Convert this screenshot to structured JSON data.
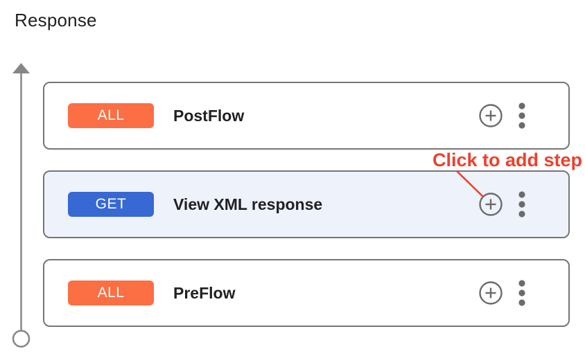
{
  "page": {
    "title": "Response"
  },
  "flow_panel": {
    "cards": [
      {
        "method": "ALL",
        "name": "PostFlow",
        "selected": false
      },
      {
        "method": "GET",
        "name": "View XML response",
        "selected": true
      },
      {
        "method": "ALL",
        "name": "PreFlow",
        "selected": false
      }
    ]
  },
  "annotation": {
    "label": "Click to add step"
  },
  "icons": {
    "add_step": "add-circle-icon",
    "more_options": "more-vert-icon",
    "flow_direction": "arrow-up-icon",
    "flow_start": "open-circle-icon"
  },
  "colors": {
    "badge_all": "#FC6E44",
    "badge_get": "#3768D3",
    "selected_card_bg": "#EEF2FB",
    "card_border": "#757575",
    "flow_line": "#868686",
    "icon_gray": "#6B6B6B",
    "annotation_red": "#ED402D",
    "text_dark": "#202124"
  }
}
